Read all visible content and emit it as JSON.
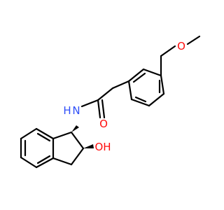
{
  "molecule": {
    "atoms": {
      "methoxy_o": {
        "symbol": "O",
        "color": "#ff0d0d"
      },
      "amide_n": {
        "symbol": "N",
        "color": "#3050f8"
      },
      "h_on_n": {
        "symbol": "H",
        "color": "#3050f8"
      },
      "carbonyl_o": {
        "symbol": "O",
        "color": "#ff0d0d"
      },
      "hydroxyl": {
        "symbol": "OH",
        "color": "#ff0d0d"
      }
    },
    "bond_color": "#000000",
    "background": "#ffffff"
  }
}
